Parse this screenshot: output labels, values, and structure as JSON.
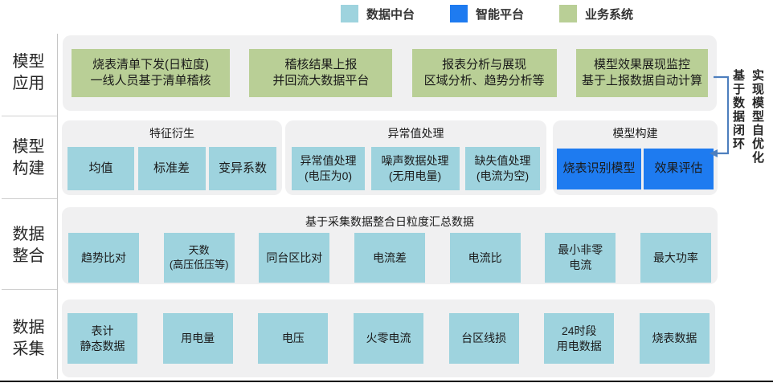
{
  "colors": {
    "data_platform": "#9ED3DE",
    "smart_platform": "#1E7BF0",
    "business_system": "#B9CF96",
    "panel_background": "#F0F0F1",
    "arrow": "#4E7FBE"
  },
  "legend": {
    "items": [
      {
        "label": "数据中台",
        "type": "data_platform"
      },
      {
        "label": "智能平台",
        "type": "smart_platform"
      },
      {
        "label": "业务系统",
        "type": "business_system"
      }
    ]
  },
  "side_note": {
    "col1": "实现模型自优化",
    "col2": "基于数据闭环"
  },
  "rows": {
    "application": {
      "label": "模型\n应用",
      "boxes": [
        {
          "text": "烧表清单下发(日粒度)\n一线人员基于清单稽核"
        },
        {
          "text": "稽核结果上报\n并回流大数据平台"
        },
        {
          "text": "报表分析与展现\n区域分析、趋势分析等"
        },
        {
          "text": "模型效果展现监控\n基于上报数据自动计算"
        }
      ]
    },
    "construction": {
      "label": "模型\n构建",
      "groups": [
        {
          "title": "特征衍生",
          "boxes": [
            {
              "text": "均值"
            },
            {
              "text": "标准差"
            },
            {
              "text": "变异系数"
            }
          ]
        },
        {
          "title": "异常值处理",
          "boxes": [
            {
              "text": "异常值处理\n(电压为0)"
            },
            {
              "text": "噪声数据处理\n(无用电量)"
            },
            {
              "text": "缺失值处理\n(电流为空)"
            }
          ]
        },
        {
          "title": "模型构建",
          "boxes": [
            {
              "text": "烧表识别模型"
            },
            {
              "text": "效果评估"
            }
          ]
        }
      ]
    },
    "integration": {
      "label": "数据\n整合",
      "title": "基于采集数据整合日粒度汇总数据",
      "boxes": [
        {
          "text": "趋势比对"
        },
        {
          "text": "天数\n(高压低压等)"
        },
        {
          "text": "同台区比对"
        },
        {
          "text": "电流差"
        },
        {
          "text": "电流比"
        },
        {
          "text": "最小非零\n电流"
        },
        {
          "text": "最大功率"
        }
      ]
    },
    "collection": {
      "label": "数据\n采集",
      "boxes": [
        {
          "text": "表计\n静态数据"
        },
        {
          "text": "用电量"
        },
        {
          "text": "电压"
        },
        {
          "text": "火零电流"
        },
        {
          "text": "台区线损"
        },
        {
          "text": "24时段\n用电数据"
        },
        {
          "text": "烧表数据"
        }
      ]
    }
  }
}
